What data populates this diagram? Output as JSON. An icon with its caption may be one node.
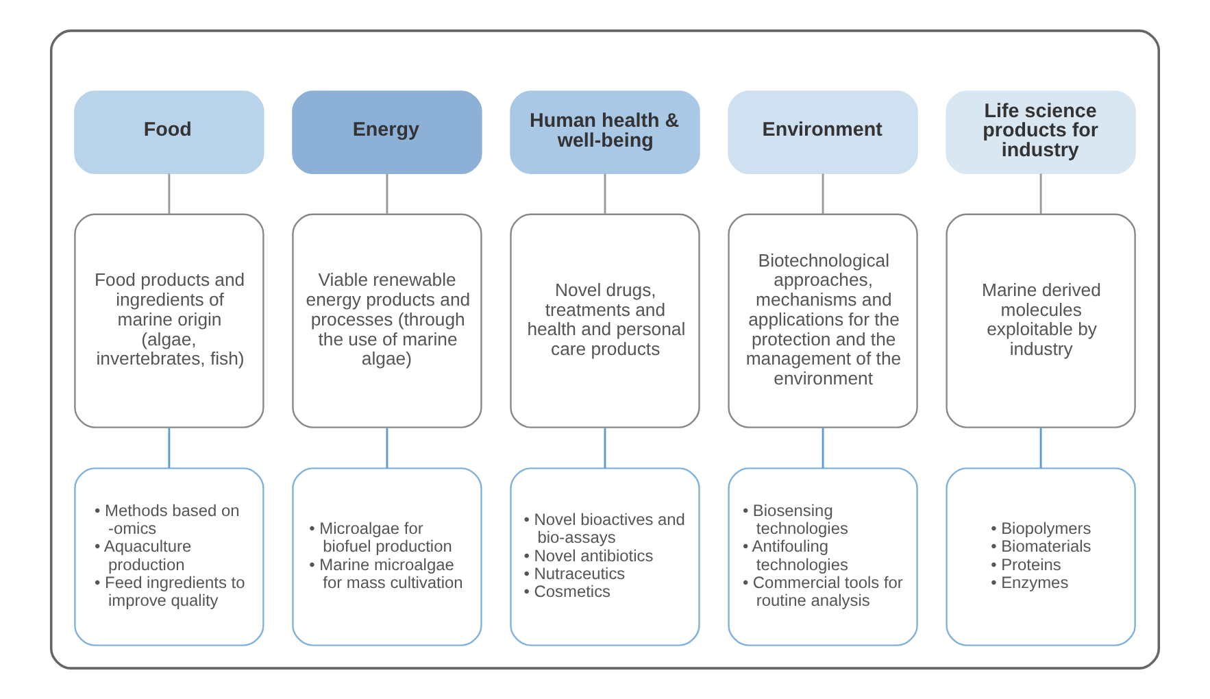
{
  "diagram": {
    "nodes": [
      {
        "text": [],
        "shape": "box"
      },
      {
        "text": [
          "Food"
        ],
        "in": 0
      },
      {
        "text": [
          "Food products and ingredients of marine origin (algae, invertebrates, fish)"
        ],
        "in": 0
      },
      {
        "text": [
          "• Methods based on -omics",
          "• Aquaculture production",
          "• Feed ingredients to improve quality"
        ],
        "in": 0
      },
      {
        "text": [
          "Energy"
        ],
        "in": 0
      },
      {
        "text": [
          "Viable renewable energy products and processes (through the use of marine algae)"
        ],
        "in": 0
      },
      {
        "text": [
          "• Microalgae for biofuel production",
          "• Marine microalgae for mass cultivation"
        ],
        "in": 0
      },
      {
        "text": [
          "Human health & well-being"
        ],
        "in": 0
      },
      {
        "text": [
          "Novel drugs, treatments and health and personal care products"
        ],
        "in": 0
      },
      {
        "text": [
          "• Novel bioactives and bio-assays",
          "• Novel antibiotics",
          "• Nutraceutics",
          "• Cosmetics"
        ],
        "in": 0
      },
      {
        "text": [
          "Environment"
        ],
        "in": 0
      },
      {
        "text": [
          "Biotechnological approaches, mechanisms and applications for the protection and the management of the environment"
        ],
        "in": 0
      },
      {
        "text": [
          "• Biosensing technologies",
          "• Antifouling technologies",
          "• Commercial tools for routine analysis"
        ],
        "in": 0
      },
      {
        "text": [
          "Life science products for industry"
        ],
        "in": 0
      },
      {
        "text": [
          "Marine derived molecules exploitable by industry"
        ],
        "in": 0
      },
      {
        "text": [
          "• Biopolymers",
          "• Biomaterials",
          "• Proteins",
          "• Enzymes"
        ],
        "in": 0
      }
    ],
    "edges": [
      {
        "from": 1,
        "to": 2,
        "arrow": "none"
      },
      {
        "from": 2,
        "to": 3,
        "arrow": "none",
        "color": "#5b9bd5"
      },
      {
        "from": 4,
        "to": 5,
        "arrow": "none"
      },
      {
        "from": 5,
        "to": 6,
        "arrow": "none",
        "color": "#5b9bd5"
      },
      {
        "from": 7,
        "to": 8,
        "arrow": "none"
      },
      {
        "from": 8,
        "to": 9,
        "arrow": "none",
        "color": "#5b9bd5"
      },
      {
        "from": 10,
        "to": 11,
        "arrow": "none"
      },
      {
        "from": 11,
        "to": 12,
        "arrow": "none",
        "color": "#5b9bd5"
      },
      {
        "from": 13,
        "to": 14,
        "arrow": "none"
      },
      {
        "from": 14,
        "to": 15,
        "arrow": "none",
        "color": "#5b9bd5"
      }
    ]
  }
}
